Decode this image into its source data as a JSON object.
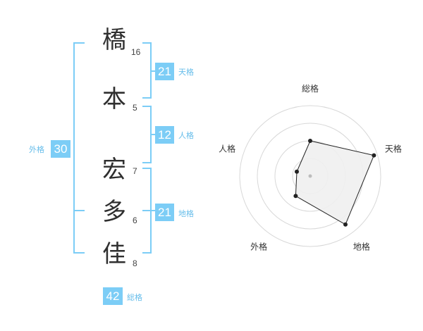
{
  "name": {
    "chars": [
      "橋",
      "本",
      "宏",
      "多",
      "佳"
    ],
    "strokes": [
      "16",
      "5",
      "7",
      "6",
      "8"
    ]
  },
  "fortunes": {
    "tenkaku": {
      "value": "21",
      "label": "天格"
    },
    "jinkaku": {
      "value": "12",
      "label": "人格"
    },
    "chikaku": {
      "value": "21",
      "label": "地格"
    },
    "gaikaku": {
      "value": "30",
      "label": "外格"
    },
    "soukaku": {
      "value": "42",
      "label": "総格"
    }
  },
  "chart_data": {
    "type": "radar",
    "axes": [
      "総格",
      "天格",
      "地格",
      "外格",
      "人格"
    ],
    "values": [
      0.5,
      0.95,
      0.85,
      0.35,
      0.2
    ],
    "rings": 4,
    "colors": {
      "fill": "#efefef",
      "line": "#222222",
      "ring": "#d8d8d8",
      "center": "#bdbdbd"
    }
  }
}
